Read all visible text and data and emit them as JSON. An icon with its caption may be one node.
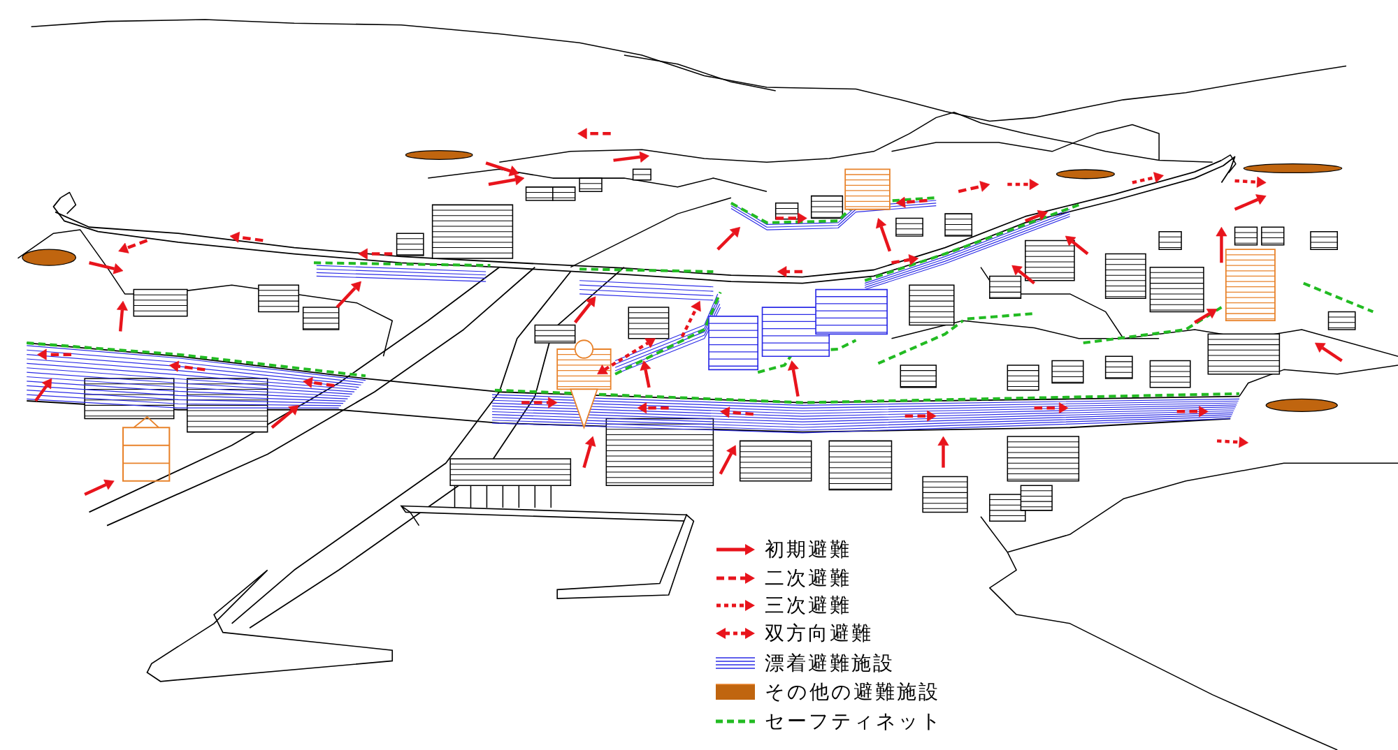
{
  "diagram": {
    "legend": [
      {
        "text": "初期避難"
      },
      {
        "text": "二次避難"
      },
      {
        "text": "三次避難"
      },
      {
        "text": "双方向避難"
      },
      {
        "text": "漂着避難施設"
      },
      {
        "text": "その他の避難施設",
        "color": "#c0650f"
      },
      {
        "text": "セーフティネット"
      }
    ]
  }
}
